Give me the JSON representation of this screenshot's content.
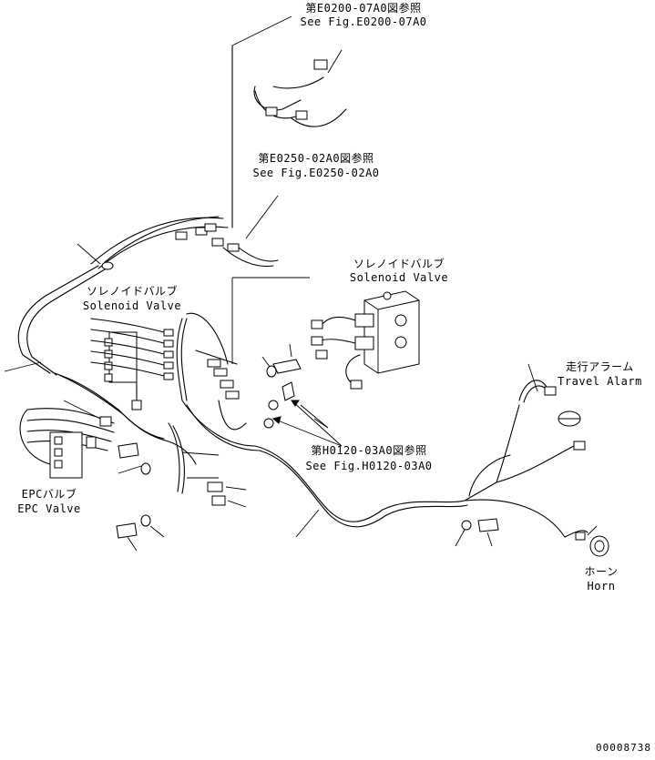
{
  "callouts": {
    "fig_e0200_jp": "第E0200-07A0図参照",
    "fig_e0200_en": "See Fig.E0200-07A0",
    "fig_e0250_jp": "第E0250-02A0図参照",
    "fig_e0250_en": "See Fig.E0250-02A0",
    "fig_h0120_jp": "第H0120-03A0図参照",
    "fig_h0120_en": "See Fig.H0120-03A0"
  },
  "components": {
    "solenoid_valve_right_jp": "ソレノイドバルブ",
    "solenoid_valve_right_en": "Solenoid Valve",
    "solenoid_valve_left_jp": "ソレノイドバルブ",
    "solenoid_valve_left_en": "Solenoid Valve",
    "travel_alarm_jp": "走行アラーム",
    "travel_alarm_en": "Travel Alarm",
    "epc_valve_jp": "EPCバルブ",
    "epc_valve_en": "EPC Valve",
    "horn_jp": "ホーン",
    "horn_en": "Horn"
  },
  "drawing_number": "00008738"
}
